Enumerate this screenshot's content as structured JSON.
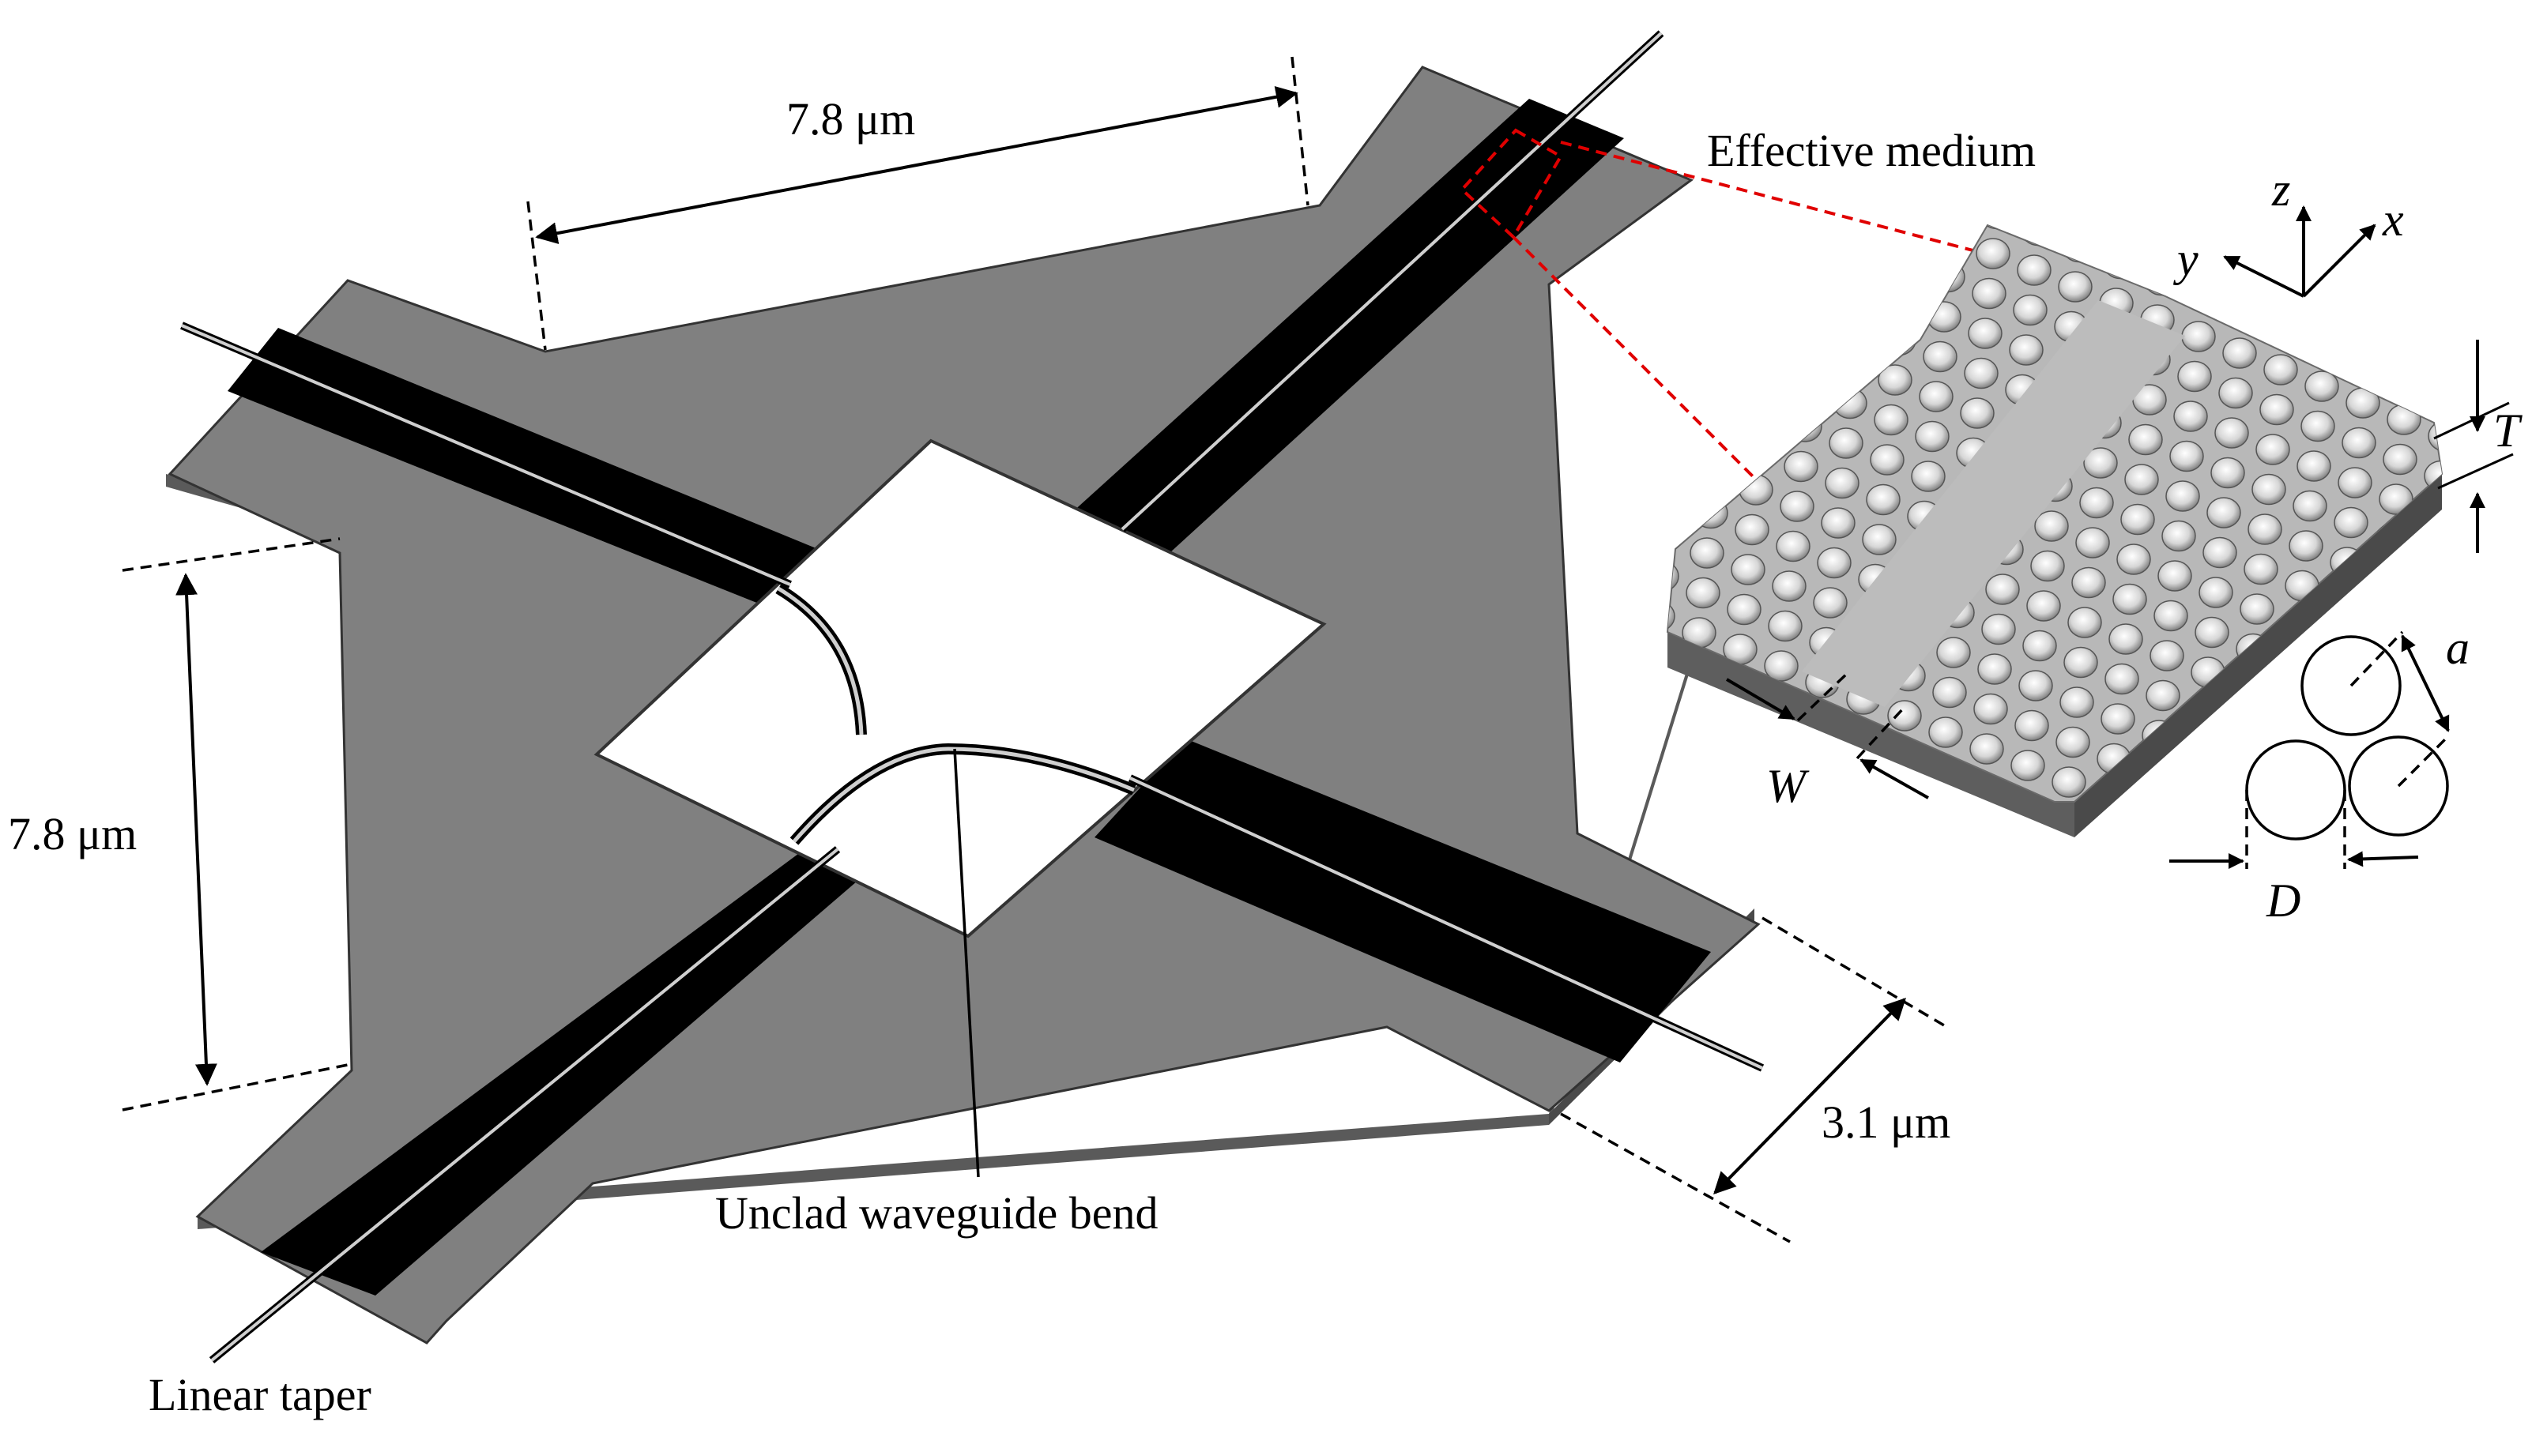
{
  "labels": {
    "dim_top": "7.8 μm",
    "dim_left": "7.8 μm",
    "dim_right": "3.1 μm",
    "effective_medium": "Effective medium",
    "unclad_bend": "Unclad waveguide bend",
    "linear_taper": "Linear taper"
  },
  "axes": {
    "z": "z",
    "x": "x",
    "y": "y"
  },
  "params": {
    "T": "T",
    "a": "a",
    "W": "W",
    "D": "D"
  },
  "colors": {
    "slab": "#808080",
    "slab_edge": "#333333",
    "side": "#5a5a5a",
    "strip": "#000000",
    "core": "#cfcfcf",
    "highlight": "#e00000",
    "lattice": "#b8b8b8"
  }
}
